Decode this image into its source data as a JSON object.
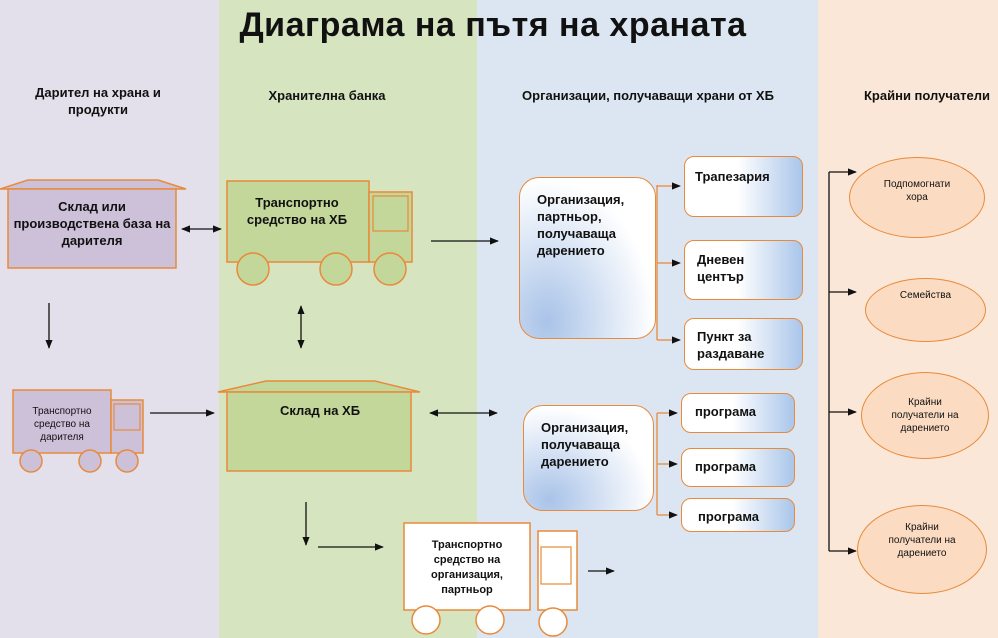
{
  "title": "Диаграма на пътя на храната",
  "lanes": {
    "donor": "Дарител на храна и продукти",
    "foodbank": "Хранителна банка",
    "orgs": "Организации, получаващи храни от ХБ",
    "recipients": "Крайни получатели"
  },
  "donor": {
    "warehouse": "Склад или производствена база на дарителя",
    "truck": "Транспортно средство на дарителя"
  },
  "foodbank": {
    "truck": "Транспортно средство на ХБ",
    "warehouse": "Склад на ХБ",
    "partner_truck": "Транспортно средство на организация, партньор"
  },
  "orgs": {
    "partner_org": "Организация, партньор, получаваща дарението",
    "receiving_org": "Организация, получаваща дарението",
    "canteen": "Трапезария",
    "day_center": "Дневен център",
    "distribution_point": "Пункт за раздаване",
    "programs": [
      "програма",
      "програма",
      "програма"
    ]
  },
  "recipients": {
    "helped_people": "Подпомогнати хора",
    "families": "Семейства",
    "final_recipients_1": "Крайни получатели на дарението",
    "final_recipients_2": "Крайни получатели на дарението"
  },
  "colors": {
    "donor_lane": "#e3dfeb",
    "foodbank_lane": "#d6e4bf",
    "orgs_lane": "#dce6f2",
    "recipients_lane": "#fbe7d7",
    "outline": "#e88a3a",
    "donor_fill": "#cdc0d9",
    "foodbank_fill": "#c4d79b",
    "recipient_fill": "#fbdcc2"
  }
}
